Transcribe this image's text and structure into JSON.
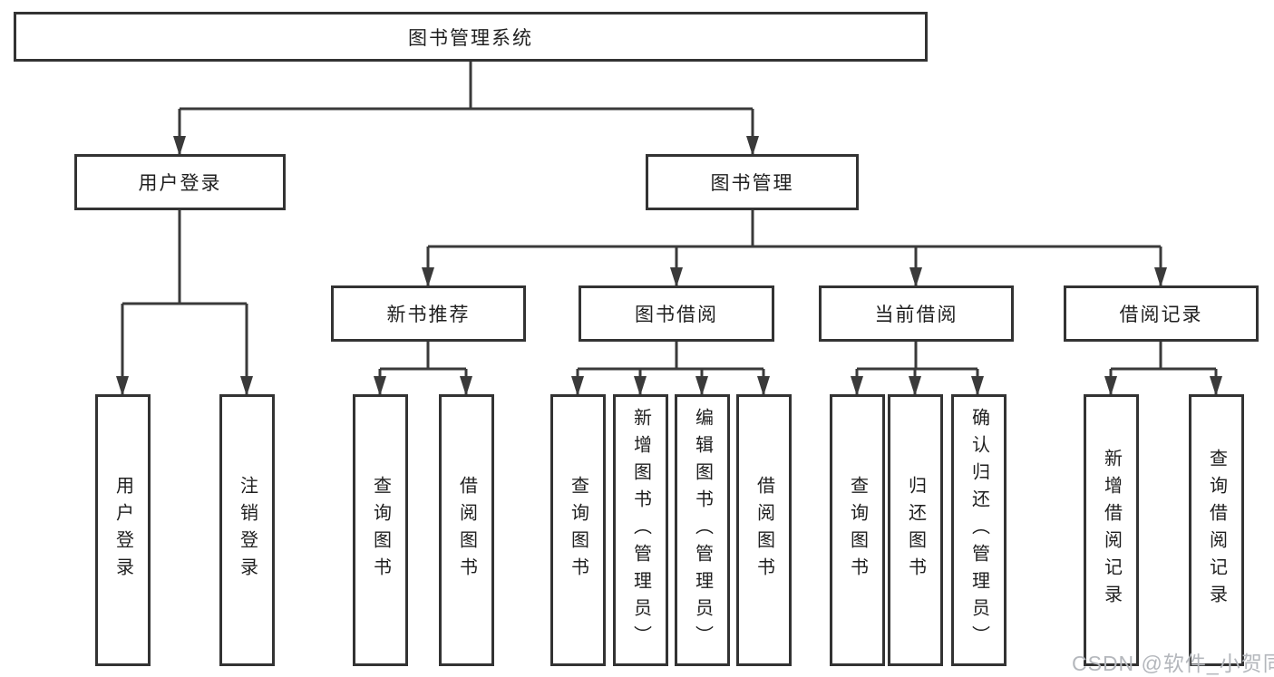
{
  "colors": {
    "line": "#3a3a3a",
    "box_border": "#333333",
    "text": "#1f1f1f",
    "watermark": "#b4b7bc",
    "background": "#ffffff"
  },
  "watermark": "CSDN @软件_小贺同学",
  "tree": {
    "label": "图书管理系统",
    "children": [
      {
        "label": "用户登录",
        "children": [
          {
            "label": "用户登录"
          },
          {
            "label": "注销登录"
          }
        ]
      },
      {
        "label": "图书管理",
        "children": [
          {
            "label": "新书推荐",
            "children": [
              {
                "label": "查询图书"
              },
              {
                "label": "借阅图书"
              }
            ]
          },
          {
            "label": "图书借阅",
            "children": [
              {
                "label": "查询图书"
              },
              {
                "label": "新增图书（管理员）"
              },
              {
                "label": "编辑图书（管理员）"
              },
              {
                "label": "借阅图书"
              }
            ]
          },
          {
            "label": "当前借阅",
            "children": [
              {
                "label": "查询图书"
              },
              {
                "label": "归还图书"
              },
              {
                "label": "确认归还（管理员）"
              }
            ]
          },
          {
            "label": "借阅记录",
            "children": [
              {
                "label": "新增借阅记录"
              },
              {
                "label": "查询借阅记录"
              }
            ]
          }
        ]
      }
    ]
  }
}
